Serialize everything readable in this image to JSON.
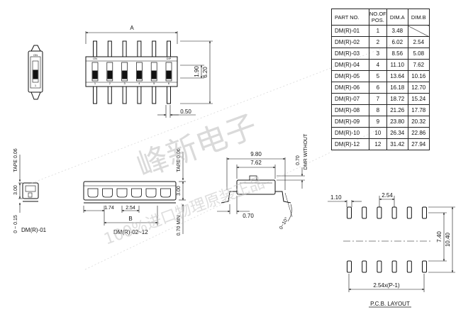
{
  "table": {
    "headers": [
      "PART NO.",
      "NO.OF POS.",
      "DIM.A",
      "DIM.B"
    ],
    "rows": [
      [
        "DM(R)-01",
        "1",
        "3.48",
        ""
      ],
      [
        "DM(R)-02",
        "2",
        "6.02",
        "2.54"
      ],
      [
        "DM(R)-03",
        "3",
        "8.56",
        "5.08"
      ],
      [
        "DM(R)-04",
        "4",
        "11.10",
        "7.62"
      ],
      [
        "DM(R)-05",
        "5",
        "13.64",
        "10.16"
      ],
      [
        "DM(R)-06",
        "6",
        "16.18",
        "12.70"
      ],
      [
        "DM(R)-07",
        "7",
        "18.72",
        "15.24"
      ],
      [
        "DM(R)-08",
        "8",
        "21.26",
        "17.78"
      ],
      [
        "DM(R)-09",
        "9",
        "23.80",
        "20.32"
      ],
      [
        "DM(R)-10",
        "10",
        "26.34",
        "22.86"
      ],
      [
        "DM(R)-12",
        "12",
        "31.42",
        "27.94"
      ]
    ]
  },
  "top_view": {
    "dim_a": "A",
    "dim_height_inner": "1.90",
    "dim_height_outer": "6.20",
    "dim_lead": "0.50",
    "on_label": "ON",
    "dip_label": "DIP",
    "numbers": [
      "1",
      "2",
      "3",
      "4",
      "5",
      "6"
    ]
  },
  "single_view": {
    "on_label": "ON",
    "number": "1"
  },
  "side_single": {
    "tape": "TAPE 0.06",
    "height": "3.00",
    "range": "0 ~ 0.15",
    "part": "DM(R)-01"
  },
  "side_multi": {
    "tape": "TAPE 0.06",
    "height": "3.00",
    "dim_174": "1.74",
    "dim_254": "2.54",
    "dim_b": "B",
    "min": "0.70 MIN",
    "part": "DM(R)-02~12"
  },
  "profile": {
    "dim_980": "9.80",
    "dim_762": "7.62",
    "dim_070_top": "0.70",
    "dmr_without": "DMR WITHOUT",
    "dim_070_bottom": "0.70",
    "angle": "0~10°"
  },
  "pcb": {
    "dim_110": "1.10",
    "dim_254": "2.54",
    "dim_740": "7.40",
    "dim_1040": "10.40",
    "pitch": "2.54x(P-1)",
    "title": "P.C.B. LAYOUT"
  },
  "watermark": {
    "brand": "峰新电子",
    "line2": "100%进口物理原装正品"
  },
  "colors": {
    "line": "#111111",
    "watermark": "#b8b8b8"
  }
}
